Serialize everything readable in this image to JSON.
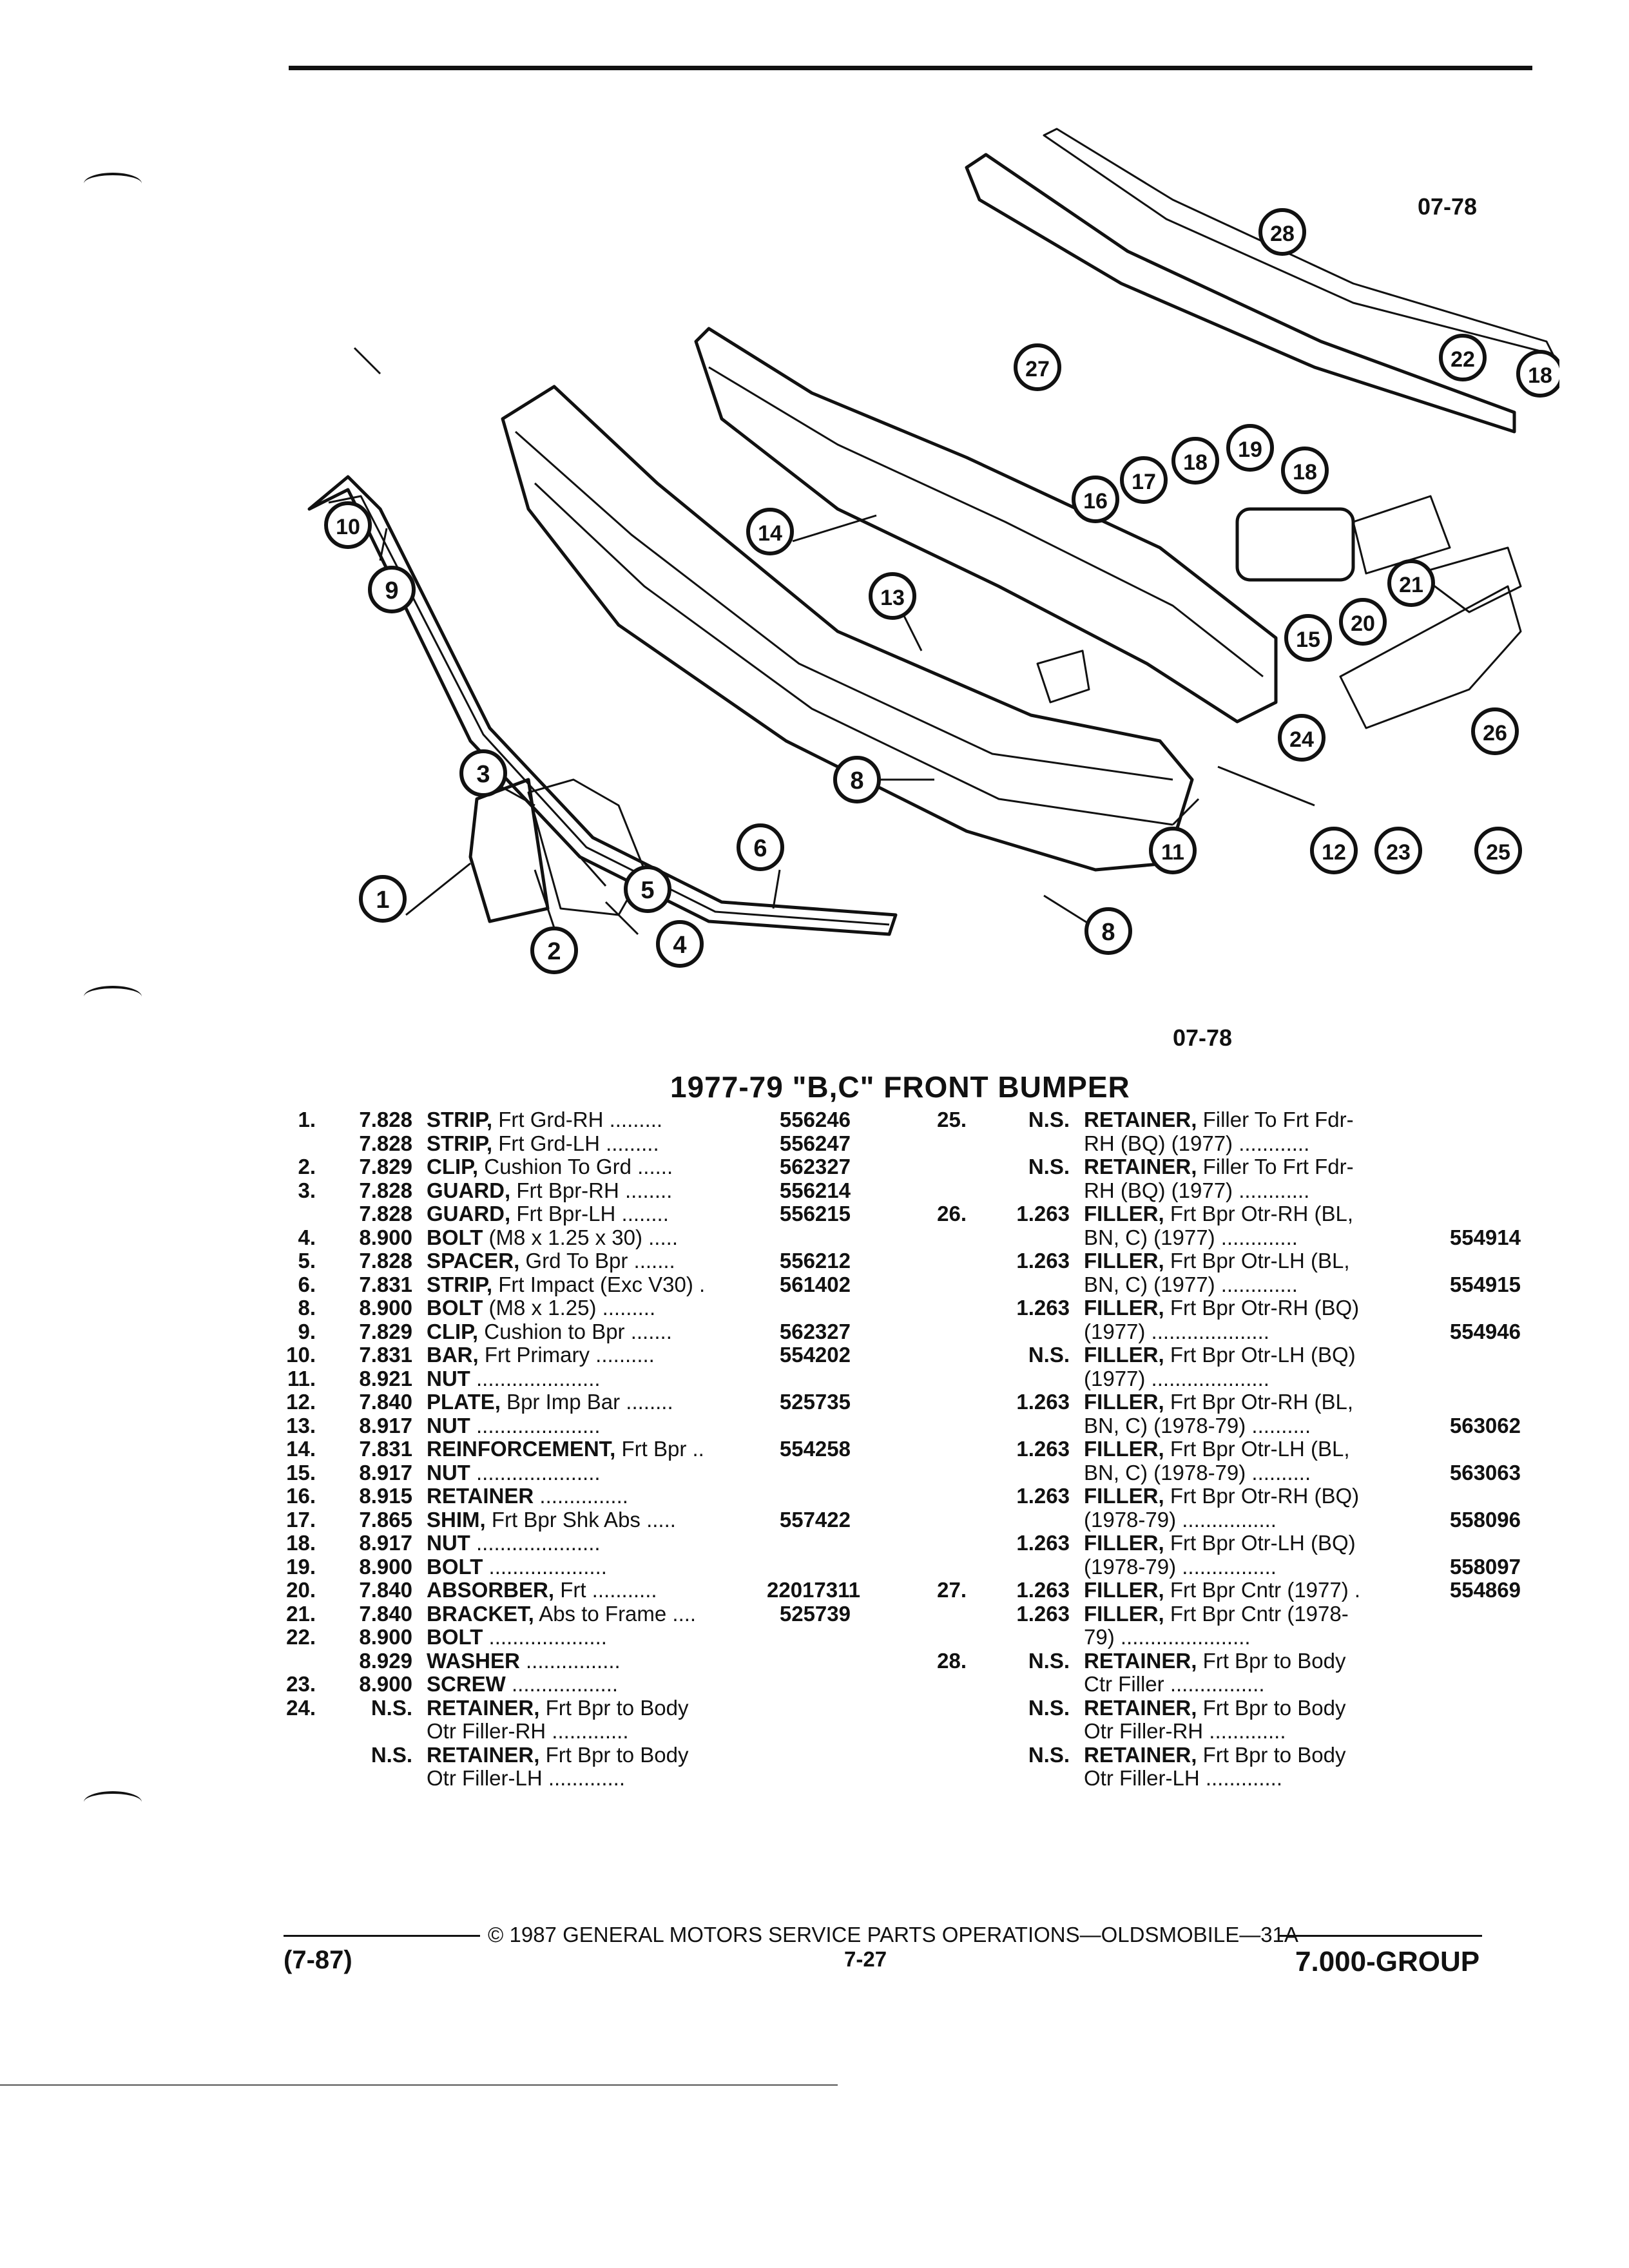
{
  "header": {
    "fig_code_top": "07-78",
    "fig_code_bottom": "07-78"
  },
  "title": "1977-79 \"B,C\" FRONT BUMPER",
  "callouts": [
    "1",
    "2",
    "3",
    "4",
    "5",
    "6",
    "8",
    "8",
    "9",
    "10",
    "11",
    "12",
    "13",
    "14",
    "15",
    "16",
    "17",
    "18",
    "18",
    "18",
    "19",
    "20",
    "21",
    "22",
    "23",
    "24",
    "25",
    "26",
    "27",
    "28"
  ],
  "parts_left": [
    {
      "ref": "1.",
      "group": "7.828",
      "name": "STRIP,",
      "desc": " Frt Grd-RH .........",
      "part": "556246"
    },
    {
      "ref": "",
      "group": "7.828",
      "name": "STRIP,",
      "desc": " Frt Grd-LH .........",
      "part": "556247"
    },
    {
      "ref": "2.",
      "group": "7.829",
      "name": "CLIP,",
      "desc": " Cushion To Grd ......",
      "part": "562327"
    },
    {
      "ref": "3.",
      "group": "7.828",
      "name": "GUARD,",
      "desc": " Frt Bpr-RH ........",
      "part": "556214"
    },
    {
      "ref": "",
      "group": "7.828",
      "name": "GUARD,",
      "desc": " Frt Bpr-LH ........",
      "part": "556215"
    },
    {
      "ref": "4.",
      "group": "8.900",
      "name": "BOLT",
      "desc": " (M8 x 1.25 x 30) .....",
      "part": ""
    },
    {
      "ref": "5.",
      "group": "7.828",
      "name": "SPACER,",
      "desc": " Grd To Bpr .......",
      "part": "556212"
    },
    {
      "ref": "6.",
      "group": "7.831",
      "name": "STRIP,",
      "desc": " Frt Impact (Exc V30) .",
      "part": "561402"
    },
    {
      "ref": "8.",
      "group": "8.900",
      "name": "BOLT",
      "desc": " (M8 x 1.25) .........",
      "part": ""
    },
    {
      "ref": "9.",
      "group": "7.829",
      "name": "CLIP,",
      "desc": " Cushion to Bpr .......",
      "part": "562327"
    },
    {
      "ref": "10.",
      "group": "7.831",
      "name": "BAR,",
      "desc": " Frt Primary ..........",
      "part": "554202"
    },
    {
      "ref": "11.",
      "group": "8.921",
      "name": "NUT",
      "desc": " .....................",
      "part": ""
    },
    {
      "ref": "12.",
      "group": "7.840",
      "name": "PLATE,",
      "desc": " Bpr Imp Bar ........",
      "part": "525735"
    },
    {
      "ref": "13.",
      "group": "8.917",
      "name": "NUT",
      "desc": " .....................",
      "part": ""
    },
    {
      "ref": "14.",
      "group": "7.831",
      "name": "REINFORCEMENT,",
      "desc": " Frt Bpr ..",
      "part": "554258"
    },
    {
      "ref": "15.",
      "group": "8.917",
      "name": "NUT",
      "desc": " .....................",
      "part": ""
    },
    {
      "ref": "16.",
      "group": "8.915",
      "name": "RETAINER",
      "desc": " ...............",
      "part": ""
    },
    {
      "ref": "17.",
      "group": "7.865",
      "name": "SHIM,",
      "desc": " Frt Bpr Shk Abs .....",
      "part": "557422"
    },
    {
      "ref": "18.",
      "group": "8.917",
      "name": "NUT",
      "desc": " .....................",
      "part": ""
    },
    {
      "ref": "19.",
      "group": "8.900",
      "name": "BOLT",
      "desc": " ....................",
      "part": ""
    },
    {
      "ref": "20.",
      "group": "7.840",
      "name": "ABSORBER,",
      "desc": " Frt ...........",
      "part": "22017311"
    },
    {
      "ref": "21.",
      "group": "7.840",
      "name": "BRACKET,",
      "desc": " Abs to Frame ....",
      "part": "525739"
    },
    {
      "ref": "22.",
      "group": "8.900",
      "name": "BOLT",
      "desc": " ....................",
      "part": ""
    },
    {
      "ref": "",
      "group": "8.929",
      "name": "WASHER",
      "desc": " ................",
      "part": ""
    },
    {
      "ref": "23.",
      "group": "8.900",
      "name": "SCREW",
      "desc": " ..................",
      "part": ""
    },
    {
      "ref": "24.",
      "group": "N.S.",
      "name": "RETAINER,",
      "desc": " Frt Bpr to Body",
      "part": ""
    },
    {
      "ref": "",
      "group": "",
      "name": "",
      "desc": "Otr Filler-RH .............",
      "part": ""
    },
    {
      "ref": "",
      "group": "N.S.",
      "name": "RETAINER,",
      "desc": " Frt Bpr to Body",
      "part": ""
    },
    {
      "ref": "",
      "group": "",
      "name": "",
      "desc": "Otr Filler-LH .............",
      "part": ""
    }
  ],
  "parts_right": [
    {
      "ref": "25.",
      "group": "N.S.",
      "name": "RETAINER,",
      "desc": " Filler To Frt Fdr-",
      "part": ""
    },
    {
      "ref": "",
      "group": "",
      "name": "",
      "desc": "RH (BQ) (1977) ............",
      "part": ""
    },
    {
      "ref": "",
      "group": "N.S.",
      "name": "RETAINER,",
      "desc": " Filler To Frt Fdr-",
      "part": ""
    },
    {
      "ref": "",
      "group": "",
      "name": "",
      "desc": "RH (BQ) (1977) ............",
      "part": ""
    },
    {
      "ref": "26.",
      "group": "1.263",
      "name": "FILLER,",
      "desc": " Frt Bpr Otr-RH (BL,",
      "part": ""
    },
    {
      "ref": "",
      "group": "",
      "name": "",
      "desc": "BN, C) (1977) .............",
      "part": "554914"
    },
    {
      "ref": "",
      "group": "1.263",
      "name": "FILLER,",
      "desc": " Frt Bpr Otr-LH (BL,",
      "part": ""
    },
    {
      "ref": "",
      "group": "",
      "name": "",
      "desc": "BN, C) (1977) .............",
      "part": "554915"
    },
    {
      "ref": "",
      "group": "1.263",
      "name": "FILLER,",
      "desc": " Frt Bpr Otr-RH (BQ)",
      "part": ""
    },
    {
      "ref": "",
      "group": "",
      "name": "",
      "desc": "(1977) ....................",
      "part": "554946"
    },
    {
      "ref": "",
      "group": "N.S.",
      "name": "FILLER,",
      "desc": " Frt Bpr Otr-LH (BQ)",
      "part": ""
    },
    {
      "ref": "",
      "group": "",
      "name": "",
      "desc": "(1977) ....................",
      "part": ""
    },
    {
      "ref": "",
      "group": "1.263",
      "name": "FILLER,",
      "desc": " Frt Bpr Otr-RH (BL,",
      "part": ""
    },
    {
      "ref": "",
      "group": "",
      "name": "",
      "desc": "BN, C) (1978-79) ..........",
      "part": "563062"
    },
    {
      "ref": "",
      "group": "1.263",
      "name": "FILLER,",
      "desc": " Frt Bpr Otr-LH (BL,",
      "part": ""
    },
    {
      "ref": "",
      "group": "",
      "name": "",
      "desc": "BN, C) (1978-79) ..........",
      "part": "563063"
    },
    {
      "ref": "",
      "group": "1.263",
      "name": "FILLER,",
      "desc": " Frt Bpr Otr-RH (BQ)",
      "part": ""
    },
    {
      "ref": "",
      "group": "",
      "name": "",
      "desc": "(1978-79) ................",
      "part": "558096"
    },
    {
      "ref": "",
      "group": "1.263",
      "name": "FILLER,",
      "desc": " Frt Bpr Otr-LH (BQ)",
      "part": ""
    },
    {
      "ref": "",
      "group": "",
      "name": "",
      "desc": "(1978-79) ................",
      "part": "558097"
    },
    {
      "ref": "27.",
      "group": "1.263",
      "name": "FILLER,",
      "desc": " Frt Bpr Cntr (1977) .",
      "part": "554869"
    },
    {
      "ref": "",
      "group": "1.263",
      "name": "FILLER,",
      "desc": " Frt Bpr Cntr (1978-",
      "part": ""
    },
    {
      "ref": "",
      "group": "",
      "name": "",
      "desc": "79) ......................",
      "part": ""
    },
    {
      "ref": "28.",
      "group": "N.S.",
      "name": "RETAINER,",
      "desc": " Frt Bpr to Body",
      "part": ""
    },
    {
      "ref": "",
      "group": "",
      "name": "",
      "desc": "Ctr Filler ................",
      "part": ""
    },
    {
      "ref": "",
      "group": "N.S.",
      "name": "RETAINER,",
      "desc": " Frt Bpr to Body",
      "part": ""
    },
    {
      "ref": "",
      "group": "",
      "name": "",
      "desc": "Otr Filler-RH .............",
      "part": ""
    },
    {
      "ref": "",
      "group": "N.S.",
      "name": "RETAINER,",
      "desc": " Frt Bpr to Body",
      "part": ""
    },
    {
      "ref": "",
      "group": "",
      "name": "",
      "desc": "Otr Filler-LH .............",
      "part": ""
    }
  ],
  "footer": {
    "copyright": "© 1987 GENERAL MOTORS SERVICE PARTS OPERATIONS—OLDSMOBILE—31A",
    "revision": "(7-87)",
    "page": "7-27",
    "group": "7.000-GROUP"
  }
}
